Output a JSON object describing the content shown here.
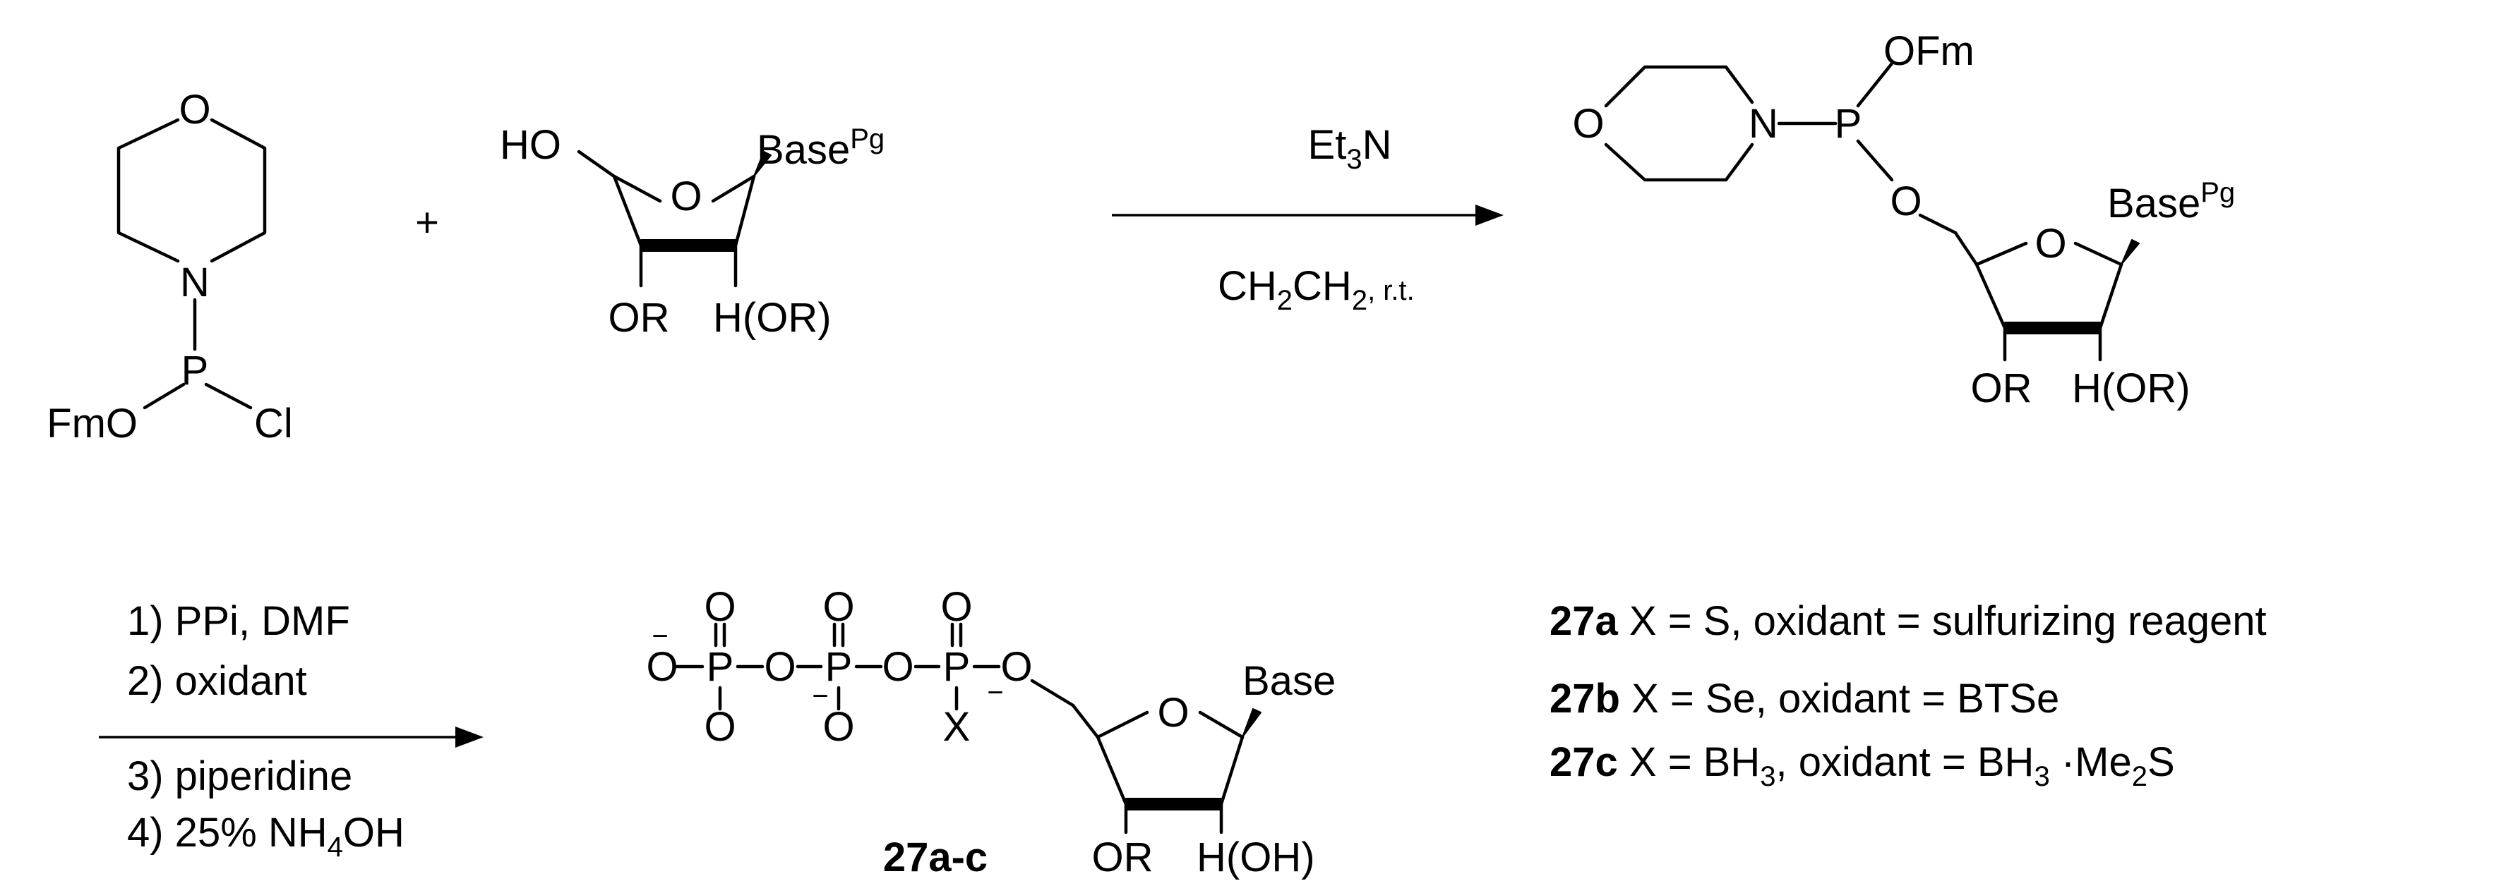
{
  "reactant1": {
    "ring_o": "O",
    "ring_n": "N",
    "p": "P",
    "fmo": "FmO",
    "cl": "Cl"
  },
  "plus": "+",
  "reactant2": {
    "ho": "HO",
    "ring_o": "O",
    "base": "Base",
    "base_sup": "Pg",
    "or": "OR",
    "h_or": "H(OR)"
  },
  "step1": {
    "reagent_main": "Et",
    "reagent_sub": "3",
    "reagent_end": "N",
    "cond_a": "CH",
    "cond_a_sub": "2",
    "cond_b": "CH",
    "cond_b_sub": "2",
    "cond_end": ", r.t."
  },
  "product1": {
    "ring_o": "O",
    "n": "N",
    "p": "P",
    "ofm": "OFm",
    "o_link": "O",
    "sugar_o": "O",
    "base": "Base",
    "base_sup": "Pg",
    "or": "OR",
    "h_or": "H(OR)"
  },
  "step2": {
    "line1": "1) PPi, DMF",
    "line2": "2) oxidant",
    "line3": "3) piperidine",
    "line4_pre": "4) 25% NH",
    "line4_sub": "4",
    "line4_end": "OH"
  },
  "product2": {
    "o_terminal": "O",
    "p1": "P",
    "bridge1": "O",
    "p2": "P",
    "bridge2": "O",
    "p3": "P",
    "o_link": "O",
    "o_double": "O",
    "o_minus": "O",
    "x": "X",
    "minus": "−",
    "sugar_o": "O",
    "base": "Base",
    "or": "OR",
    "h_oh": "H(OH)",
    "label": "27a-c"
  },
  "legend": [
    {
      "id": "27a",
      "text": " X = S, oxidant = sulfurizing reagent"
    },
    {
      "id": "27b",
      "text": " X = Se, oxidant = BTSe"
    },
    {
      "id": "27c",
      "text_pre": " X = BH",
      "sub1": "3",
      "text_mid": ", oxidant = BH",
      "sub2": "3",
      "text_mid2": " ·Me",
      "sub3": "2",
      "text_end": "S"
    }
  ]
}
